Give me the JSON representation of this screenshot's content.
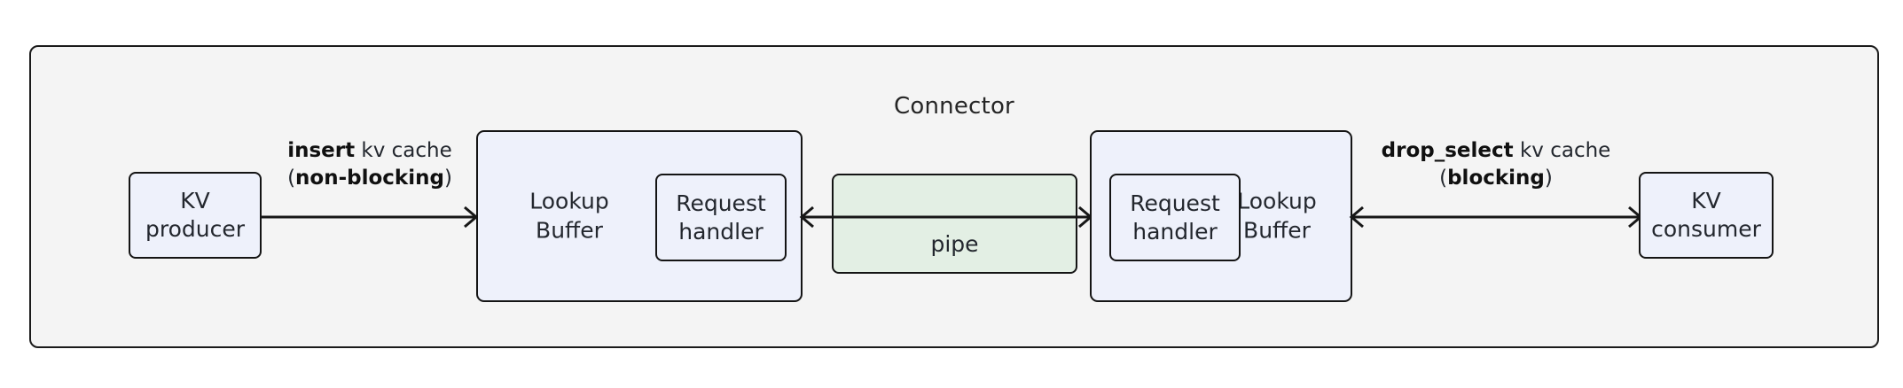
{
  "diagram": {
    "title": "Connector",
    "colors": {
      "container_fill": "#f4f4f4",
      "node_fill": "#eef1fb",
      "pipe_fill": "#e3efe4",
      "stroke": "#141414",
      "text": "#23272e"
    },
    "nodes": {
      "kv_producer": {
        "label": "KV\nproducer"
      },
      "kv_consumer": {
        "label": "KV\nconsumer"
      },
      "lookup_buffer_left": {
        "label": "Lookup\nBuffer"
      },
      "lookup_buffer_right": {
        "label": "Lookup\nBuffer"
      },
      "request_handler_left": {
        "label": "Request\nhandler"
      },
      "request_handler_right": {
        "label": "Request\nhandler"
      },
      "pipe": {
        "label": "pipe"
      }
    },
    "edges": {
      "insert": {
        "op": "insert",
        "object": " kv cache",
        "mode_open": "(",
        "mode": "non-blocking",
        "mode_close": ")",
        "direction": "right"
      },
      "pipe_link": {
        "direction": "bidirectional"
      },
      "drop_select": {
        "op": "drop_select",
        "object": " kv cache",
        "mode_open": "(",
        "mode": "blocking",
        "mode_close": ")",
        "direction": "bidirectional"
      }
    }
  },
  "chart_data": {
    "type": "diagram",
    "title": "Connector",
    "nodes": [
      {
        "id": "kv-producer",
        "label": "KV producer",
        "fill": "#eef1fb"
      },
      {
        "id": "lookup-buffer-left",
        "label": "Lookup Buffer",
        "fill": "#eef1fb"
      },
      {
        "id": "request-handler-left",
        "label": "Request handler",
        "fill": "#eef1fb",
        "parent": "lookup-buffer-left"
      },
      {
        "id": "pipe",
        "label": "pipe",
        "fill": "#e3efe4"
      },
      {
        "id": "lookup-buffer-right",
        "label": "Lookup Buffer",
        "fill": "#eef1fb"
      },
      {
        "id": "request-handler-right",
        "label": "Request handler",
        "fill": "#eef1fb",
        "parent": "lookup-buffer-right"
      },
      {
        "id": "kv-consumer",
        "label": "KV consumer",
        "fill": "#eef1fb"
      }
    ],
    "edges": [
      {
        "from": "kv-producer",
        "to": "lookup-buffer-left",
        "label": "insert kv cache (non-blocking)",
        "direction": "right"
      },
      {
        "from": "lookup-buffer-left",
        "to": "lookup-buffer-right",
        "label": "",
        "direction": "bidirectional",
        "through": "pipe"
      },
      {
        "from": "lookup-buffer-right",
        "to": "kv-consumer",
        "label": "drop_select kv cache (blocking)",
        "direction": "bidirectional"
      }
    ]
  }
}
